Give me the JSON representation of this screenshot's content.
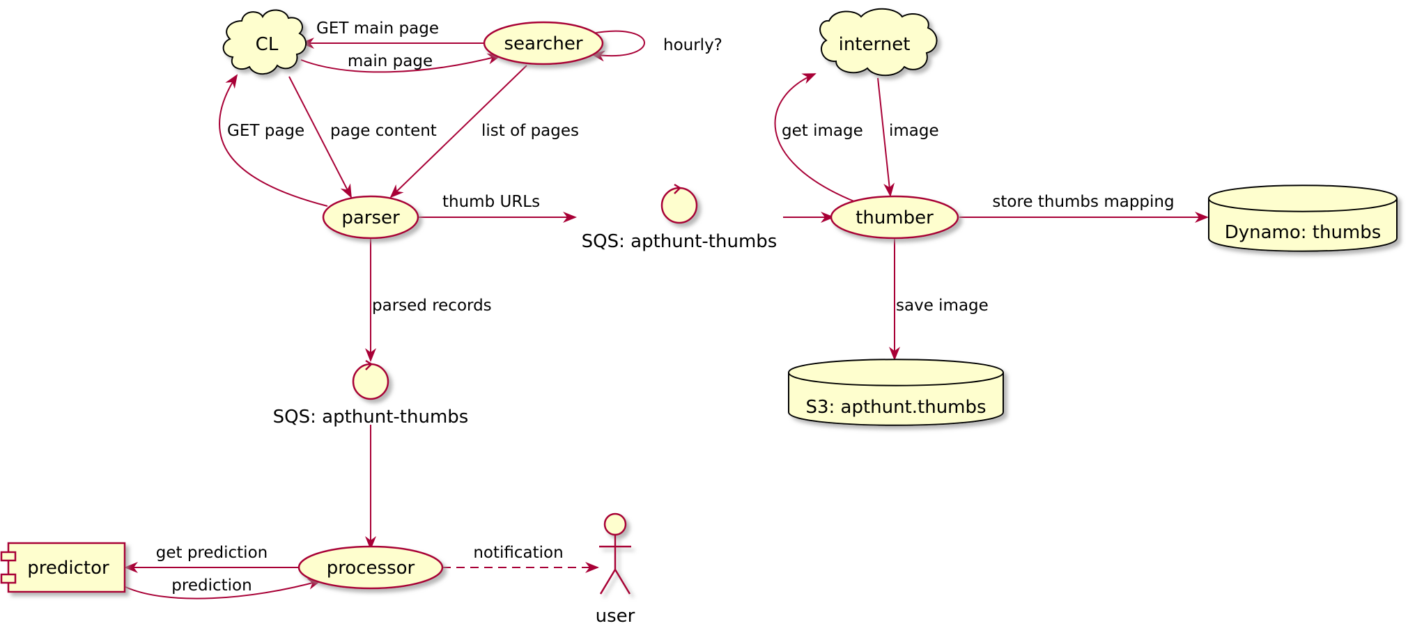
{
  "nodes": {
    "cl": "CL",
    "searcher": "searcher",
    "internet": "internet",
    "parser": "parser",
    "queue_top": "SQS: apthunt-thumbs",
    "thumber": "thumber",
    "dynamo": "Dynamo: thumbs",
    "queue_bottom": "SQS: apthunt-thumbs",
    "s3": "S3: apthunt.thumbs",
    "predictor": "predictor",
    "processor": "processor",
    "user": "user"
  },
  "edges": {
    "get_main_page": "GET main page",
    "main_page": "main page",
    "hourly": "hourly?",
    "get_page": "GET page",
    "page_content": "page content",
    "list_of_pages": "list of pages",
    "thumb_urls": "thumb URLs",
    "get_image": "get image",
    "image": "image",
    "store_thumbs_mapping": "store thumbs mapping",
    "parsed_records": "parsed records",
    "save_image": "save image",
    "get_prediction": "get prediction",
    "prediction": "prediction",
    "notification": "notification"
  },
  "colors": {
    "node_fill": "#FEFECE",
    "edge": "#A80036",
    "shadow": "#999999"
  }
}
